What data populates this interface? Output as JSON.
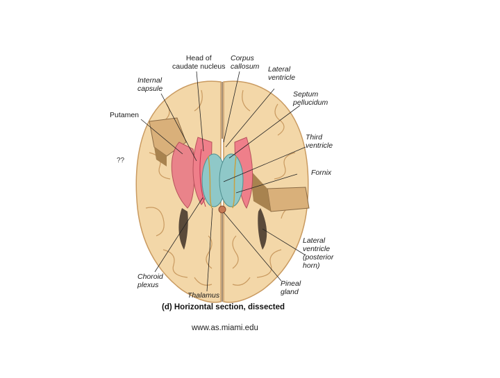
{
  "labels": {
    "head_caudate": "Head of\ncaudate nucleus",
    "corpus_callosum": "Corpus\ncallosum",
    "lateral_ventricle": "Lateral\nventricle",
    "internal_capsule": "Internal\ncapsule",
    "septum_pellucidum": "Septum\npellucidum",
    "putamen": "Putamen",
    "third_ventricle": "Third\nventricle",
    "fornix": "Fornix",
    "lateral_ventricle_posterior": "Lateral\nventricle\n(posterior\nhorn)",
    "pineal_gland": "Pineal\ngland",
    "choroid_plexus": "Choroid\nplexus",
    "thalamus": "Thalamus"
  },
  "stray_mark": "??",
  "caption": "(d) Horizontal section, dissected",
  "credit": "www.as.miami.edu",
  "colors": {
    "cortex": "#f3d7a8",
    "cortex_edge": "#c99a60",
    "white_matter": "#f6dcb4",
    "caudate": "#ef7f8a",
    "putamen": "#e9838a",
    "thalamus": "#8fc8c8",
    "cut_surface": "#d9b07a",
    "ventricle_dark": "#5a4a3a",
    "leader": "#222222"
  }
}
